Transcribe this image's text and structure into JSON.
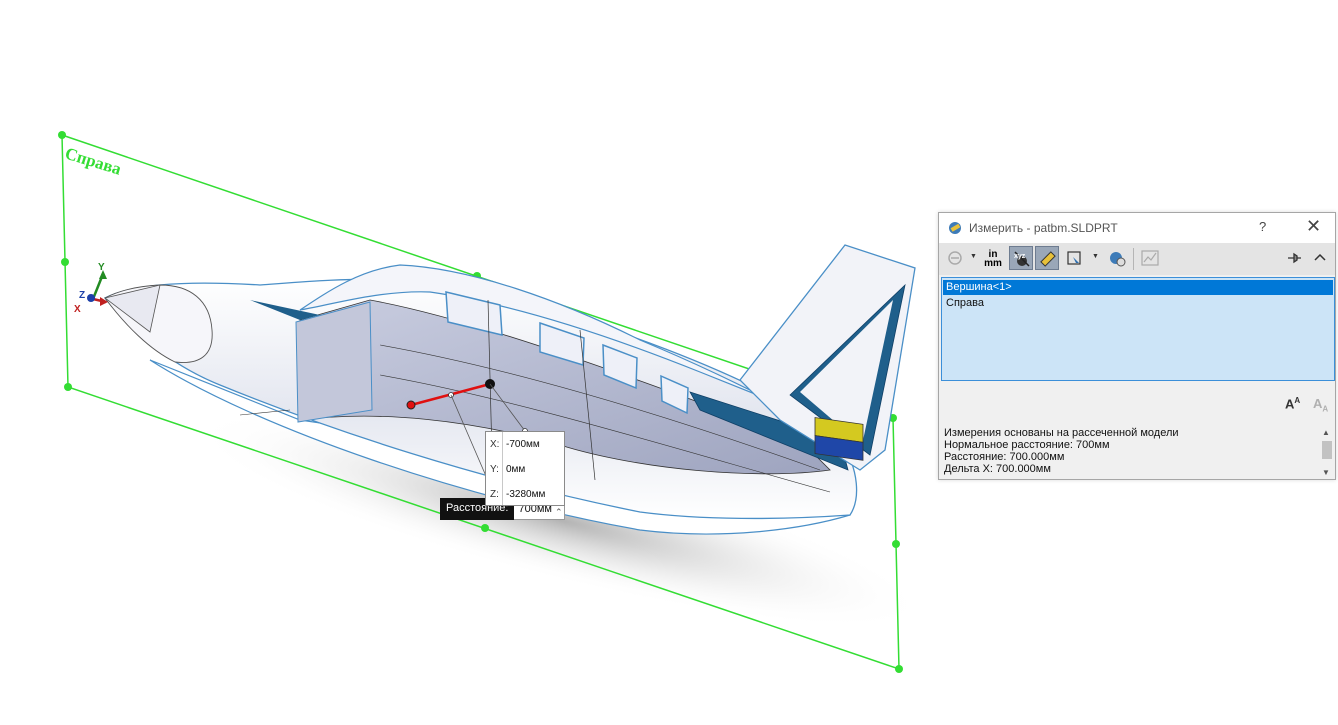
{
  "viewport": {
    "plane_label": "Справа",
    "triad": {
      "y": "Y",
      "z": "Z",
      "x": "X"
    }
  },
  "coord_tooltip": {
    "x_label": "X:",
    "x_value": "-700мм",
    "y_label": "Y:",
    "y_value": "0мм",
    "z_label": "Z:",
    "z_value": "-3280мм"
  },
  "distance_tooltip": {
    "label": "Расстояние:",
    "value": "700мм"
  },
  "measure_dialog": {
    "title": "Измерить - patbm.SLDPRT",
    "help_label": "?",
    "close_label": "✕",
    "toolbar": {
      "units_top": "in",
      "units_bottom": "mm"
    },
    "selections": [
      "Вершина<1>",
      "Справа"
    ],
    "results": [
      "Измерения основаны на рассеченной модели",
      "Нормальное расстояние: 700мм",
      "Расстояние: 700.000мм",
      "Дельта X: 700.000мм"
    ]
  },
  "colors": {
    "plane": "#33dd33",
    "selection_highlight": "#0078d7",
    "list_background": "#cce4f7",
    "measure_line": "#e01010",
    "accent_stripe": "#1f5f8b"
  }
}
